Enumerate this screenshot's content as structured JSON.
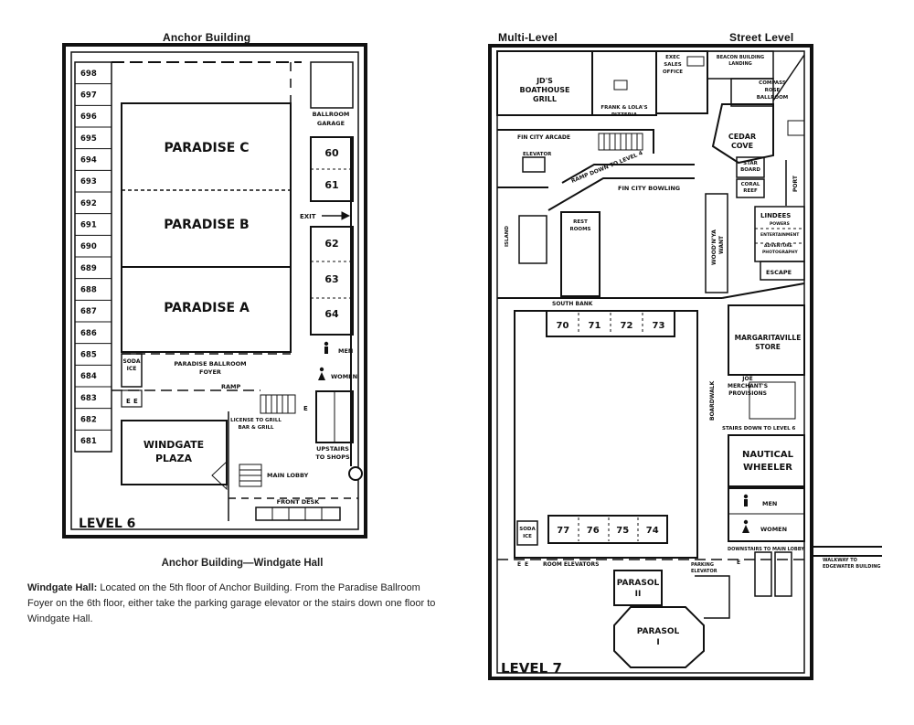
{
  "anchor": {
    "title": "Anchor Building",
    "level_label": "LEVEL 6",
    "room_numbers": [
      "698",
      "697",
      "696",
      "695",
      "694",
      "693",
      "692",
      "691",
      "690",
      "689",
      "688",
      "687",
      "686",
      "685",
      "684",
      "683",
      "682",
      "681"
    ],
    "paradise": [
      "PARADISE C",
      "PARADISE B",
      "PARADISE A"
    ],
    "meeting_rooms": [
      "60",
      "61",
      "62",
      "63",
      "64"
    ],
    "ballroom_garage": [
      "BALLROOM",
      "GARAGE"
    ],
    "exit": "EXIT",
    "men": "MEN",
    "women": "WOMEN",
    "soda_ice": [
      "SODA",
      "ICE"
    ],
    "foyer": [
      "PARADISE BALLROOM",
      "FOYER"
    ],
    "ramp": "RAMP",
    "windgate": [
      "WINDGATE",
      "PLAZA"
    ],
    "license": [
      "LICENSE TO GRILL",
      "BAR & GRILL"
    ],
    "main_lobby": "MAIN LOBBY",
    "front_desk": "FRONT DESK",
    "upstairs": [
      "UPSTAIRS",
      "TO SHOPS"
    ],
    "e": "E"
  },
  "caption": {
    "title": "Anchor Building—Windgate Hall",
    "bold_lead": "Windgate Hall:",
    "body": "Located on the 5th floor of Anchor Building. From the Paradise Ballroom Foyer on the 6th floor, either take the parking garage elevator or the stairs down one floor to Windgate Hall."
  },
  "level7": {
    "header_left": "Multi-Level",
    "header_right": "Street Level",
    "level_label": "LEVEL 7",
    "jds": [
      "JD'S",
      "BOATHOUSE",
      "GRILL"
    ],
    "exec": [
      "EXEC",
      "SALES",
      "OFFICE"
    ],
    "beacon": [
      "BEACON BUILDING",
      "LANDING"
    ],
    "compass": [
      "COMPASS",
      "ROSE",
      "BALLROOM"
    ],
    "frank": [
      "FRANK & LOLA'S",
      "PIZZERIA"
    ],
    "fin_arcade": "FIN CITY ARCADE",
    "elevator": "ELEVATOR",
    "ramp_down": "RAMP DOWN TO LEVEL 4",
    "fin_bowling": "FIN CITY BOWLING",
    "cedar": [
      "CEDAR",
      "COVE"
    ],
    "star": [
      "STAR",
      "BOARD"
    ],
    "coral": [
      "CORAL",
      "REEF"
    ],
    "port": "PORT",
    "island": "ISLAND",
    "rest": [
      "REST",
      "ROOMS"
    ],
    "woodnya": [
      "WOOD'N'YA",
      "WANT"
    ],
    "lindees": "LINDEES",
    "powers": "POWERS",
    "entertainment": "ENTERTAINMENT",
    "adventure": [
      "ADVENTURE",
      "PHOTOGRAPHY"
    ],
    "escape": "ESCAPE",
    "south_bank": "SOUTH BANK",
    "top_rooms": [
      "70",
      "71",
      "72",
      "73"
    ],
    "bottom_rooms": [
      "77",
      "76",
      "75",
      "74"
    ],
    "margaritaville": [
      "MARGARITAVILLE",
      "STORE"
    ],
    "joe": [
      "JOE",
      "MERCHANT'S",
      "PROVISIONS"
    ],
    "boardwalk": "BOARDWALK",
    "stairs_down": "STAIRS DOWN TO LEVEL 6",
    "nautical": [
      "NAUTICAL",
      "WHEELER"
    ],
    "men": "MEN",
    "women": "WOMEN",
    "soda_ice": [
      "SODA",
      "ICE"
    ],
    "room_elevators": "ROOM ELEVATORS",
    "parking_elevator": [
      "PARKING",
      "ELEVATOR"
    ],
    "downstairs": "DOWNSTAIRS TO MAIN LOBBY",
    "walkway": [
      "WALKWAY TO",
      "EDGEWATER BUILDING"
    ],
    "parasol2": [
      "PARASOL",
      "II"
    ],
    "parasol1": [
      "PARASOL",
      "I"
    ],
    "e": "E"
  }
}
